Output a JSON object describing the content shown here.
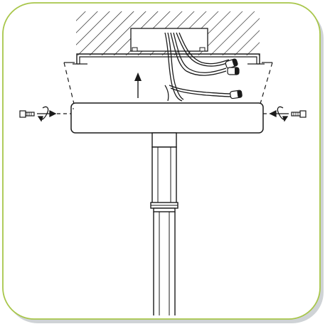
{
  "diagram": {
    "type": "installation-illustration",
    "frame_color": "#a8c64a",
    "frame_shadow_color": "#cfd3d6",
    "line_color": "#1a1a1a",
    "background_color": "#ffffff",
    "parts": [
      "ceiling",
      "junction-box",
      "mounting-bracket",
      "wires",
      "wire-connectors",
      "canopy",
      "up-arrow",
      "left-screw",
      "right-screw",
      "rotation-arrows",
      "downrod",
      "coupling",
      "pole"
    ],
    "text_labels": []
  }
}
